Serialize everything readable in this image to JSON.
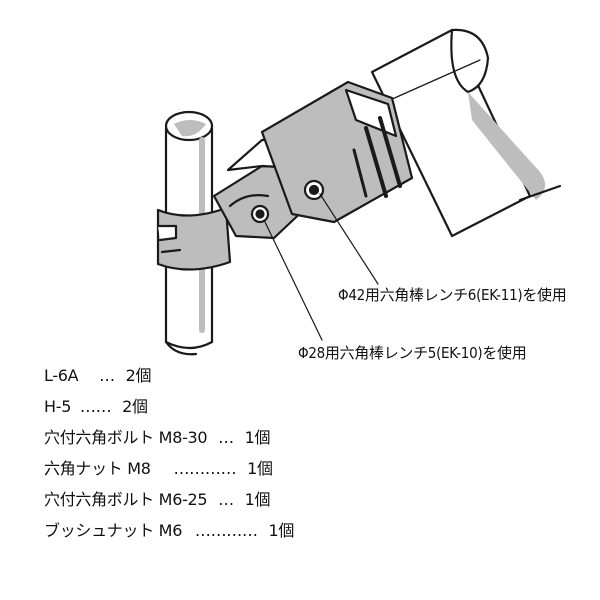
{
  "callouts": {
    "phi42": "Φ42用六角棒レンチ6(EK-11)を使用",
    "phi28": "Φ28用六角棒レンチ5(EK-10)を使用"
  },
  "parts": [
    {
      "name": "L-6A",
      "leader": "…",
      "qty": "2個"
    },
    {
      "name": "H-5",
      "leader": "……",
      "qty": "2個"
    },
    {
      "name": "穴付六角ボルト M8-30",
      "leader": "…",
      "qty": "1個"
    },
    {
      "name": "六角ナット M8",
      "leader": "…………",
      "qty": "1個"
    },
    {
      "name": "穴付六角ボルト M6-25",
      "leader": "…",
      "qty": "1個"
    },
    {
      "name": "ブッシュナット M6",
      "leader": "…………",
      "qty": "1個"
    }
  ],
  "colors": {
    "outline": "#1a1a1a",
    "shade": "#bdbdbd",
    "tube": "#ffffff"
  },
  "icons": [
    "hex-socket-bolt-icon",
    "hex-socket-bolt-icon"
  ]
}
